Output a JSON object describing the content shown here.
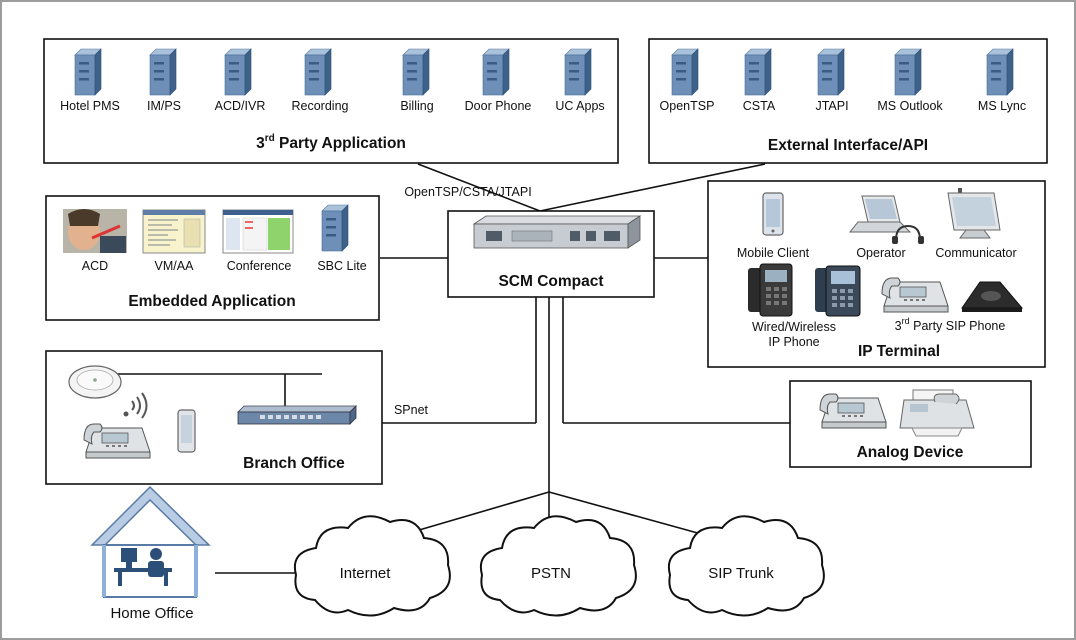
{
  "third_party": {
    "title": "3",
    "title_sup": "rd",
    "title_rest": " Party Application",
    "servers": [
      "Hotel PMS",
      "IM/PS",
      "ACD/IVR",
      "Recording",
      "Billing",
      "Door Phone",
      "UC Apps"
    ]
  },
  "external": {
    "title": "External Interface/API",
    "servers": [
      "OpenTSP",
      "CSTA",
      "JTAPI",
      "MS Outlook",
      "MS Lync"
    ]
  },
  "protocol_label": "OpenTSP/CSTA/JTAPI",
  "embedded": {
    "title": "Embedded Application",
    "items": [
      "ACD",
      "VM/AA",
      "Conference",
      "SBC Lite"
    ]
  },
  "scm": {
    "title": "SCM Compact"
  },
  "ip_terminal": {
    "title": "IP Terminal",
    "items": {
      "mobile": "Mobile Client",
      "operator": "Operator",
      "communicator": "Communicator",
      "wired_line1": "Wired/Wireless",
      "wired_line2": "IP Phone",
      "sip_prefix": "3",
      "sip_sup": "rd",
      "sip_rest": " Party SIP Phone"
    }
  },
  "branch": {
    "title": "Branch Office",
    "link_label": "SPnet"
  },
  "analog": {
    "title": "Analog Device"
  },
  "home_office": {
    "label": "Home Office"
  },
  "clouds": [
    "Internet",
    "PSTN",
    "SIP Trunk"
  ],
  "colors": {
    "server_front": "#6b8db5",
    "server_side": "#3f628c",
    "server_top": "#a6bfd8"
  }
}
